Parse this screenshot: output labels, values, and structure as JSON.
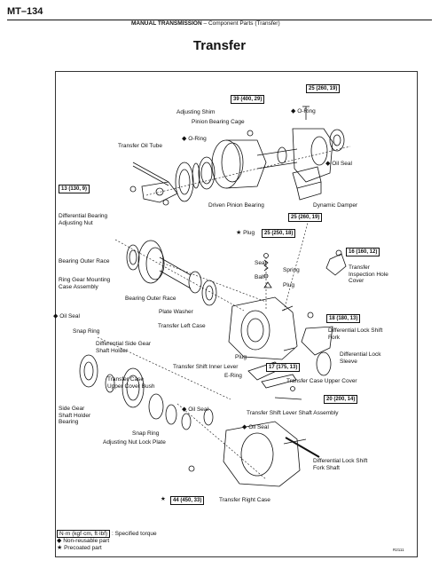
{
  "header": {
    "page": "MT–134",
    "section": "MANUAL TRANSMISSION",
    "dash": "–",
    "subsection": "Component Parts (Transfer)"
  },
  "title": "Transfer",
  "symbols": {
    "nonreusable": "◆",
    "precoated": "★"
  },
  "torque": {
    "t1": "39 (400, 29)",
    "t2": "25 (260, 19)",
    "t3": "13 (130, 9)",
    "t4": "25 (260, 19)",
    "t5": "25 (250, 18)",
    "t6": "16 (160, 12)",
    "t7": "18 (180, 13)",
    "t8": "17 (175, 13)",
    "t9": "20 (200, 14)",
    "t10": "44 (450, 33)"
  },
  "labels": {
    "adjusting_shim": "Adjusting Shim",
    "pinion_bearing_cage": "Pinion Bearing Cage",
    "o_ring_top": "O-Ring",
    "o_ring_left": "O-Ring",
    "transfer_oil_tube": "Transfer Oil Tube",
    "oil_seal_right": "Oil Seal",
    "driven_pinion_bearing": "Driven Pinion Bearing",
    "dynamic_damper": "Dynamic Damper",
    "diff_bearing_adj_nut_1": "Differential Bearing",
    "diff_bearing_adj_nut_2": "Adjusting Nut",
    "plug_top": "Plug",
    "bearing_outer_race_1": "Bearing Outer Race",
    "seat": "Seat",
    "spring": "Spring",
    "ball": "Ball",
    "plug_mid": "Plug",
    "transfer_inspection_1": "Transfer",
    "transfer_inspection_2": "Inspection Hole",
    "transfer_inspection_3": "Cover",
    "ring_gear_1": "Ring Gear Mounting",
    "ring_gear_2": "Case Assembly",
    "bearing_outer_race_2": "Bearing Outer Race",
    "plate_washer": "Plate Washer",
    "oil_seal_left": "Oil Seal",
    "transfer_left_case": "Transfer Left Case",
    "snap_ring_top": "Snap Ring",
    "diff_lock_shift_fork_1": "Differential Lock Shift",
    "diff_lock_shift_fork_2": "Fork",
    "diff_side_gear_1": "Differential Side Gear",
    "diff_side_gear_2": "Shaft Holder",
    "plug_low": "Plug",
    "diff_lock_sleeve_1": "Differential Lock",
    "diff_lock_sleeve_2": "Sleeve",
    "transfer_shift_inner_lever": "Transfer Shift Inner Lever",
    "e_ring": "E-Ring",
    "transfer_case_1": "Transfer Case",
    "transfer_case_2": "Upper Cover Bush",
    "transfer_case_upper_cover": "Transfer Case Upper Cover",
    "oil_seal_mid": "Oil Seal",
    "side_gear_1": "Side Gear",
    "side_gear_2": "Shaft Holder",
    "side_gear_3": "Bearing",
    "transfer_shift_lever_shaft": "Transfer Shift Lever Shaft Assembly",
    "snap_ring_low": "Snap Ring",
    "oil_seal_low": "Oil Seal",
    "adj_nut_lock_plate": "Adjusting Nut Lock Plate",
    "diff_lock_shift_fork_shaft_1": "Differential Lock Shift",
    "diff_lock_shift_fork_shaft_2": "Fork Shaft",
    "transfer_right_case": "Transfer Right Case"
  },
  "legend": {
    "unit": "N·m (kgf·cm, ft·lbf)",
    "unit_desc": ": Specified torque",
    "nonreusable": "Non-reusable part",
    "precoated": "Precoated part"
  },
  "code": "R2111"
}
